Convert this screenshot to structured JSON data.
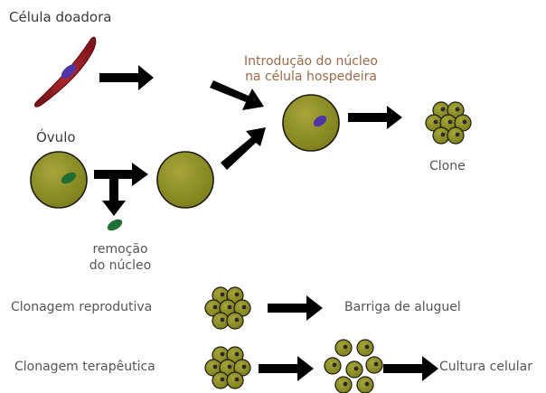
{
  "labels": {
    "donor_cell": "Célula doadora",
    "ovum": "Óvulo",
    "nucleus_removal_line1": "remoção",
    "nucleus_removal_line2": "do núcleo",
    "introduction_line1": "Introdução do núcleo",
    "introduction_line2": "na célula hospedeira",
    "clone": "Clone",
    "reproductive_cloning": "Clonagem reprodutiva",
    "surrogate": "Barriga de aluguel",
    "therapeutic_cloning": "Clonagem terapêutica",
    "cell_culture": "Cultura celular"
  },
  "colors": {
    "cell_fill": "#8f8f22",
    "cell_stroke": "#1b1b10",
    "nucleus_green": "#1f6e36",
    "nucleus_purple": "#5035a8",
    "donor_cell_body": "#8e1b22",
    "arrow": "#000000",
    "label_brown": "#9a6a4a"
  }
}
